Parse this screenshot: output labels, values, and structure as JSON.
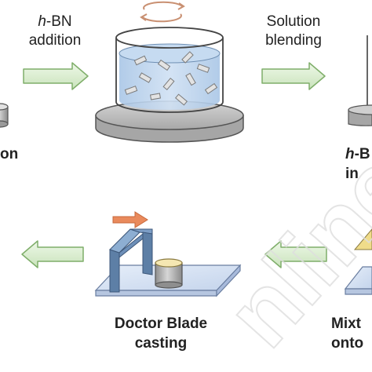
{
  "steps": {
    "hbn_addition": {
      "italic": "h",
      "rest": "-BN",
      "line2": "addition"
    },
    "solution_blending": {
      "line1": "Solution",
      "line2": "blending"
    },
    "doctor_blade": {
      "line1": "Doctor Blade",
      "line2": "casting"
    },
    "left_cut": {
      "text": "on"
    },
    "right_cut": {
      "italic": "h",
      "rest": "-B",
      "line2": "in"
    },
    "mixture_cut": {
      "line1": "Mixt",
      "line2": "onto"
    }
  },
  "watermark": {
    "text": "nline"
  },
  "colors": {
    "arrow_green_fill": "#dcefd2",
    "arrow_green_stroke": "#7fae6a",
    "arrow_orange": "#e98a5c",
    "liquid": "#b9d3ee",
    "platform": "#c4c4c4",
    "blade": "#6b8fb8",
    "glass_plate": "#d6e2f3"
  },
  "icons": {
    "rotation": "rotate-arrows-icon",
    "flow": "right-arrow-icon",
    "flow_back": "left-arrow-icon"
  }
}
